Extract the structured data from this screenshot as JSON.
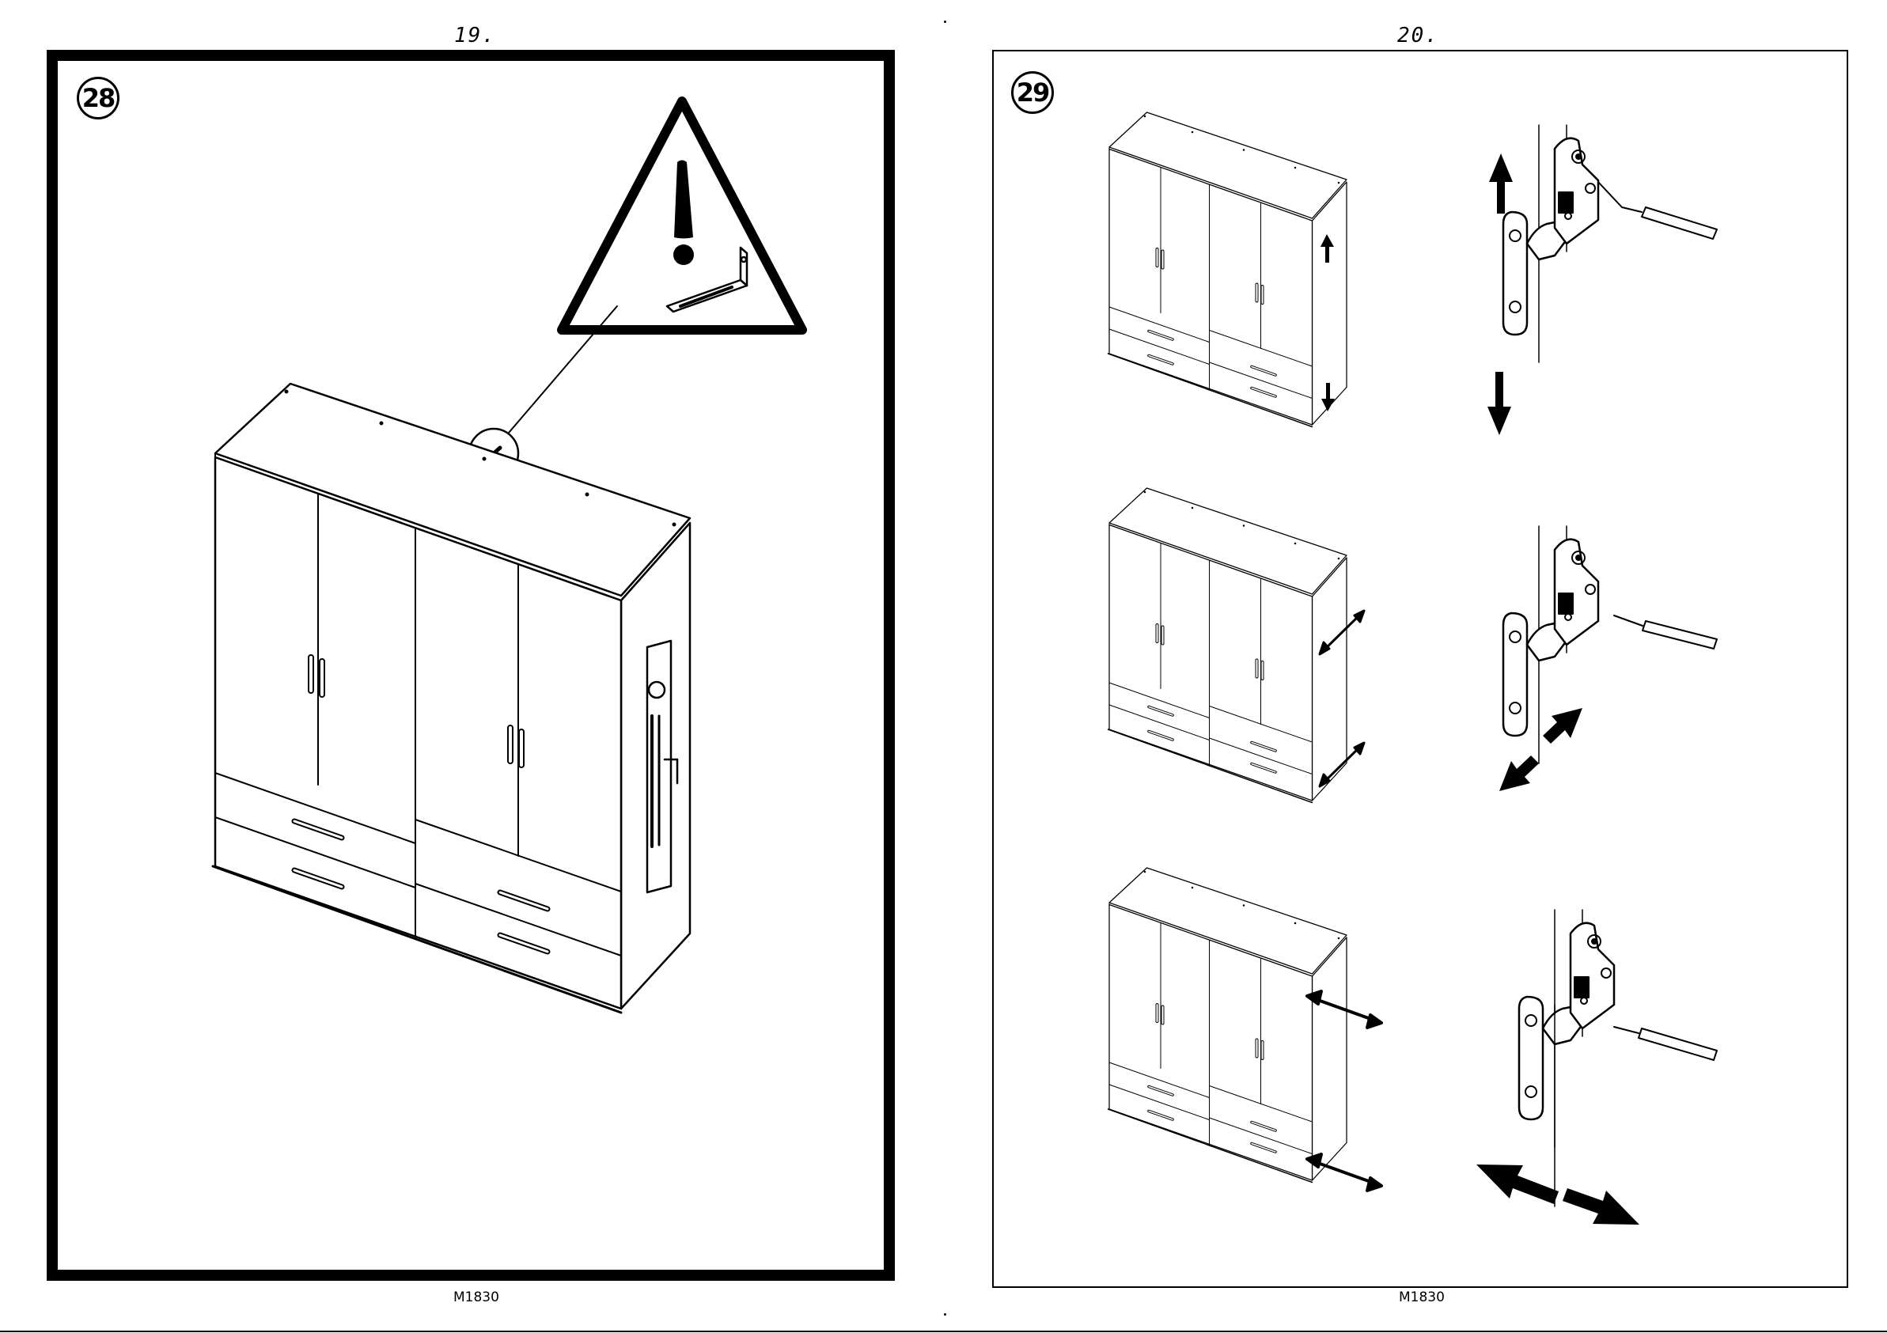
{
  "left_page": {
    "page_number": "19.",
    "step": "28",
    "model_code": "M1830"
  },
  "right_page": {
    "page_number": "20.",
    "step": "29",
    "model_code": "M1830"
  },
  "icons": [
    "warning-triangle-icon",
    "wall-bracket-icon",
    "arrow-icon",
    "screwdriver-icon",
    "hinge-icon"
  ]
}
